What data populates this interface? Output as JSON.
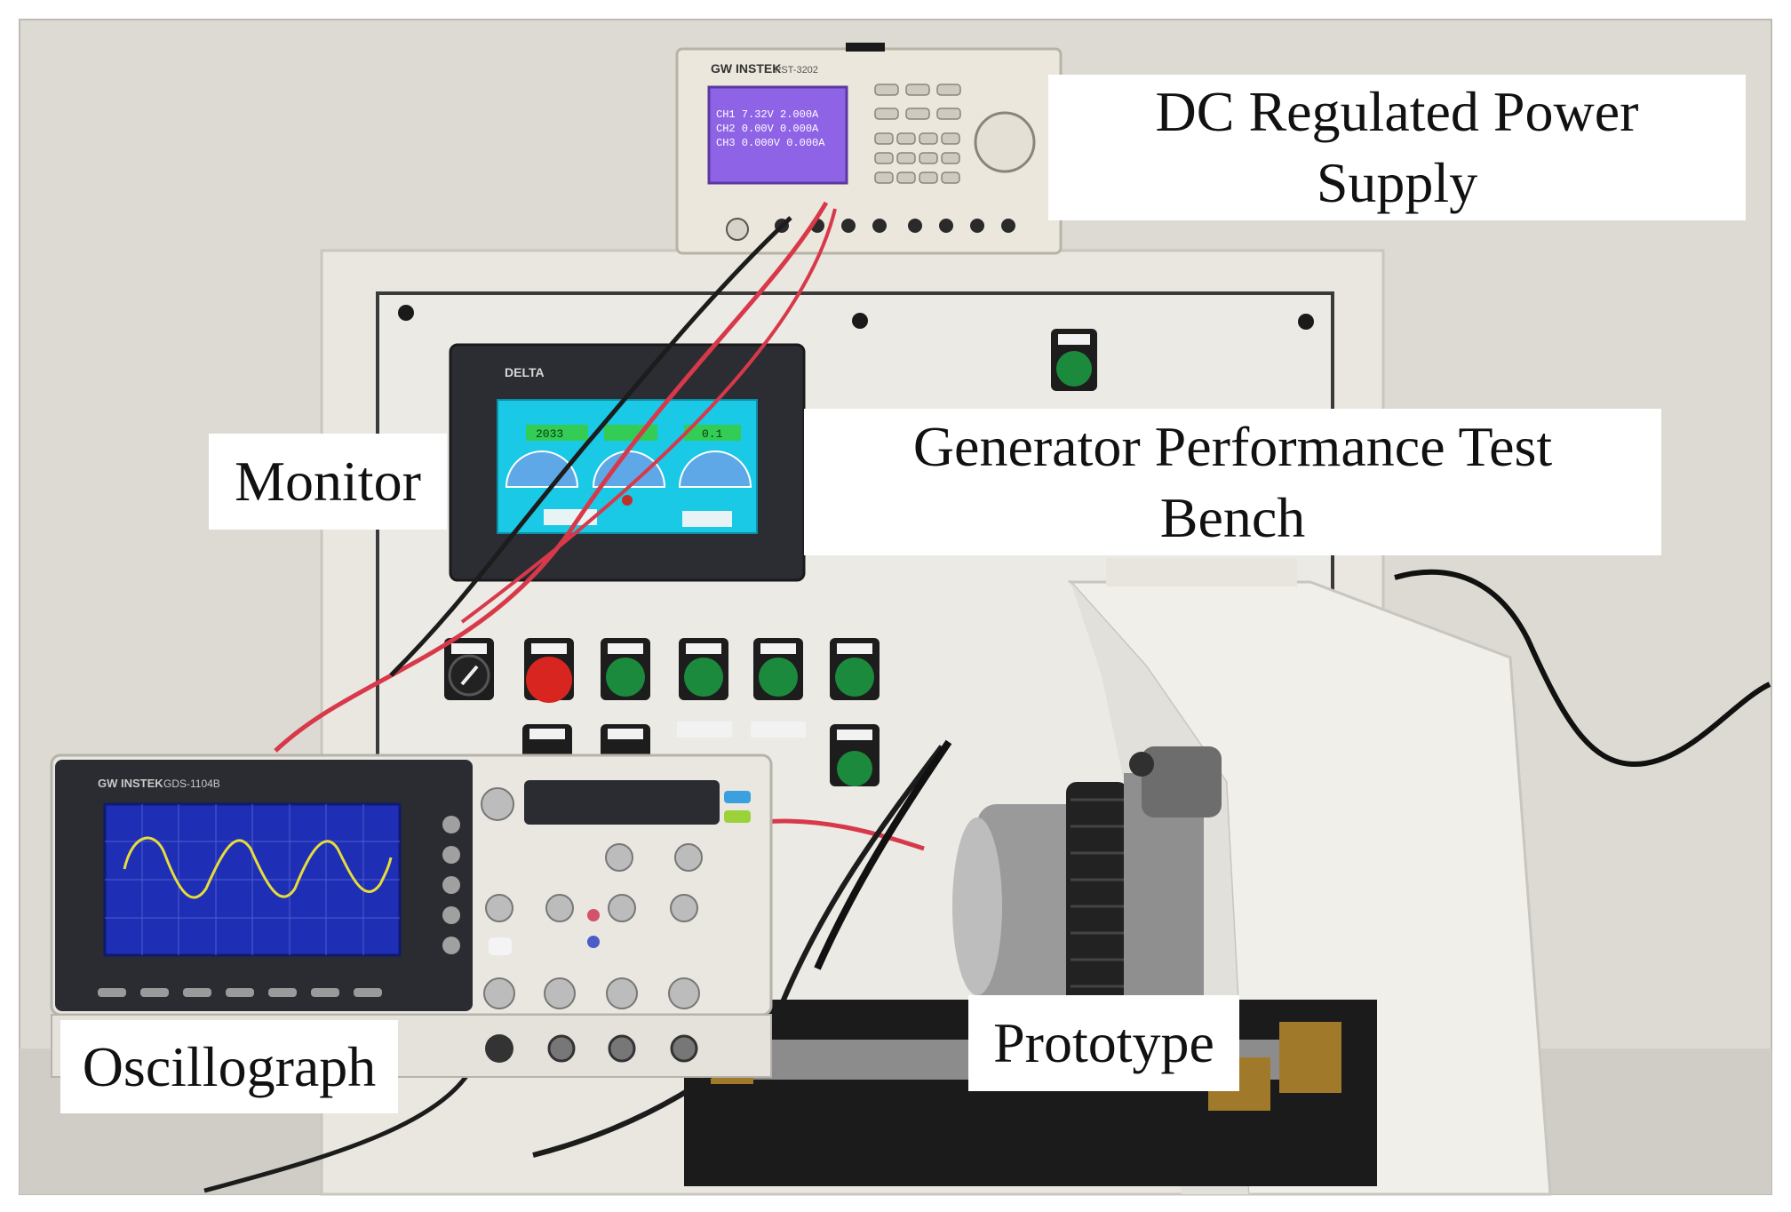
{
  "labels": {
    "dc_supply": "DC Regulated Power Supply",
    "monitor": "Monitor",
    "test_bench": "Generator Performance Test Bench",
    "oscillograph": "Oscillograph",
    "prototype": "Prototype"
  },
  "psu": {
    "brand": "GW INSTEK",
    "model": "PST-3202",
    "ch1": "CH1  7.32V 2.000A",
    "ch2": "CH2  0.00V 0.000A",
    "ch3": "CH3 0.000V 0.000A"
  },
  "hmi": {
    "brand": "DELTA",
    "value_left": "2033",
    "value_right": "0.1"
  },
  "scope": {
    "brand": "GW INSTEK",
    "model": "GDS-1104B"
  },
  "colors": {
    "wall": "#dcdad2",
    "cabinet": "#e9e7e0",
    "red_wire": "#d8394a",
    "black_wire": "#1c1c1c",
    "hmi_screen": "#19c9e6",
    "psu_screen": "#8f63e6",
    "scope_screen": "#1f2fb5",
    "trace": "#e7dc3a",
    "button_green": "#1c8a3c",
    "button_red": "#d9251f"
  }
}
